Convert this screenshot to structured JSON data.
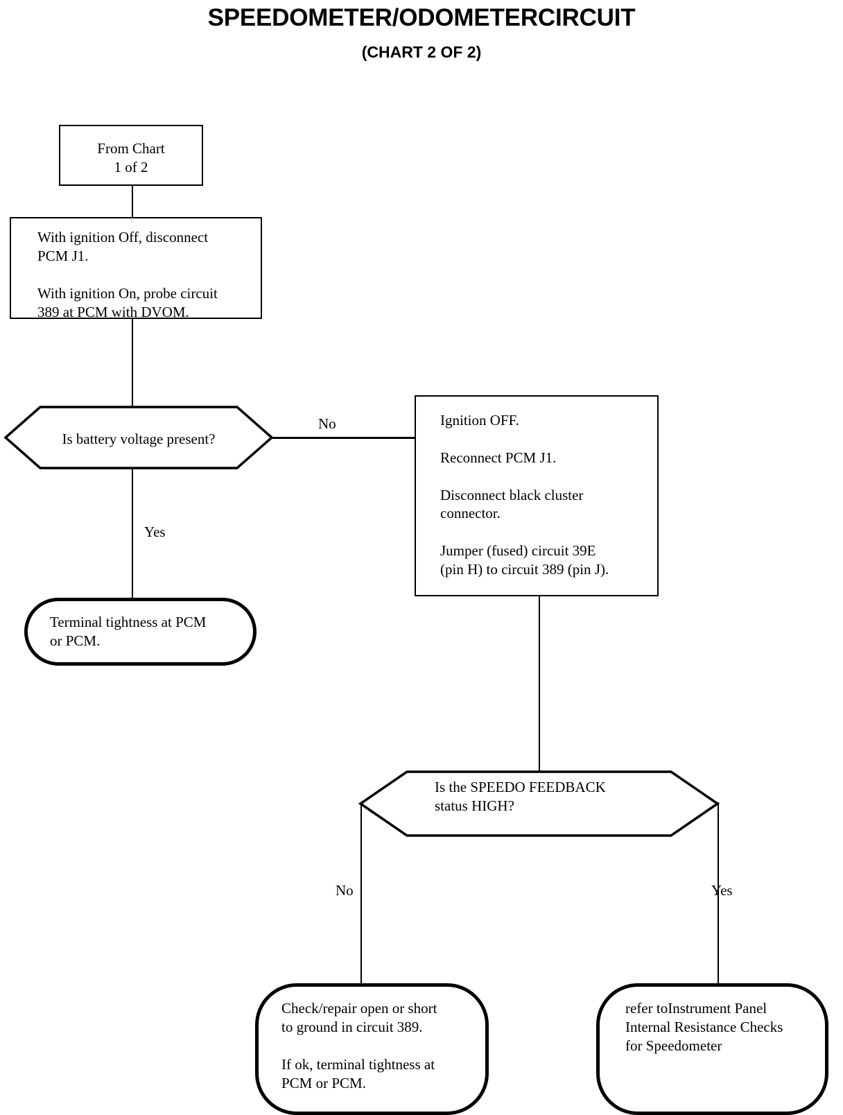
{
  "chart": {
    "title": "SPEEDOMETER/ODOMETERCIRCUIT",
    "subtitle": "(CHART 2 OF 2)"
  },
  "nodes": {
    "from_chart": {
      "shape": "rectangle",
      "text": "From Chart\n1 of 2"
    },
    "probe_step": {
      "shape": "rectangle",
      "line1": "With ignition Off, disconnect",
      "line2": "PCM J1.",
      "line3": "With ignition On, probe circuit",
      "line4": "389 at PCM with DVOM.",
      "text": "With ignition Off, disconnect\nPCM J1.\n\nWith ignition On, probe circuit\n389 at PCM with DVOM."
    },
    "decision_battery": {
      "shape": "hexagon",
      "text": "Is battery voltage present?"
    },
    "terminal_tightness": {
      "shape": "stadium",
      "text": "Terminal tightness at PCM\nor PCM."
    },
    "jumper_step": {
      "shape": "rectangle",
      "text": "Ignition OFF.\n\nReconnect PCM J1.\n\nDisconnect black cluster\nconnector.\n\nJumper (fused) circuit 39E\n(pin H) to circuit 389 (pin J)."
    },
    "decision_speedo": {
      "shape": "hexagon",
      "text": "Is the SPEEDO FEEDBACK\nstatus HIGH?"
    },
    "check_repair": {
      "shape": "stadium",
      "text": "Check/repair open or short\nto ground in circuit 389.\n\nIf ok, terminal tightness at\nPCM or PCM."
    },
    "refer_instrument_panel": {
      "shape": "stadium",
      "text": "refer toInstrument Panel\nInternal Resistance Checks\nfor Speedometer"
    }
  },
  "edges": {
    "battery_no": "No",
    "battery_yes": "Yes",
    "speedo_no": "No",
    "speedo_yes": "Yes"
  },
  "colors": {
    "stroke": "#000000",
    "background": "#ffffff"
  }
}
